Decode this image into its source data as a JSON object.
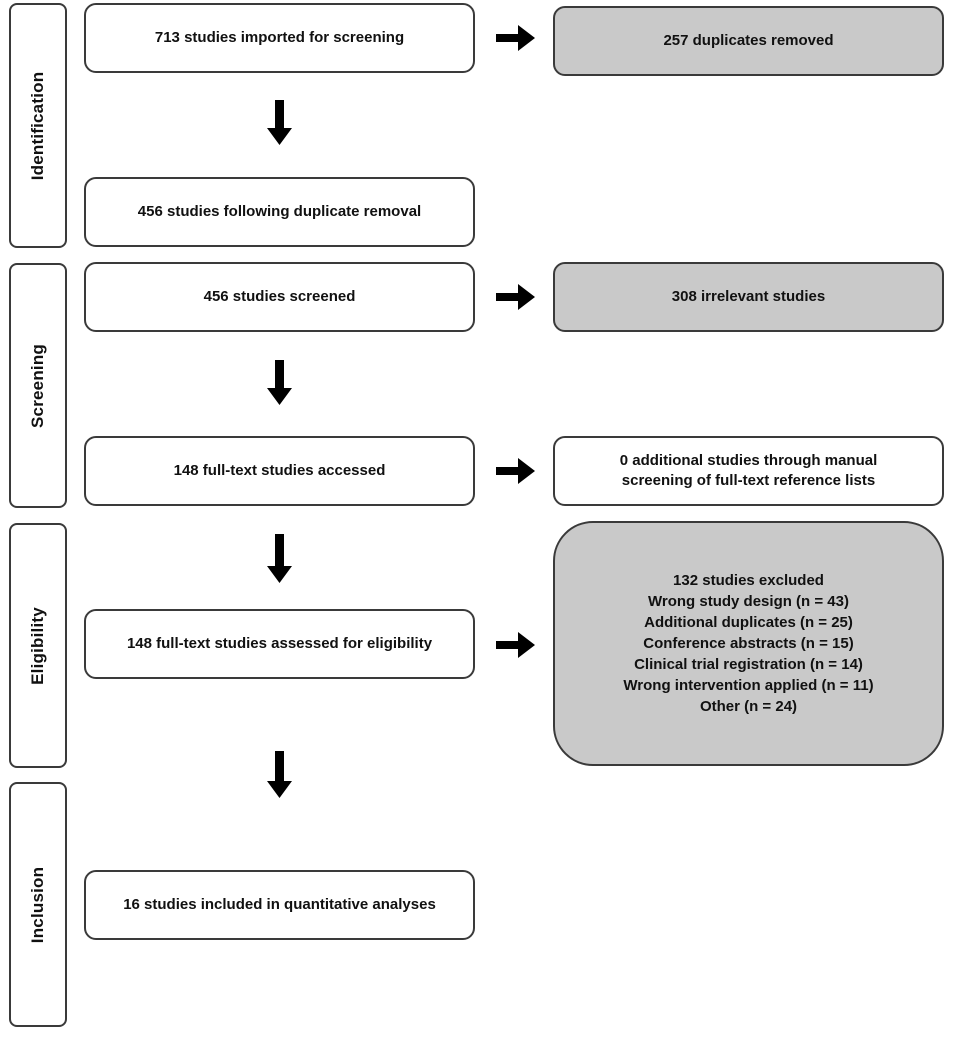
{
  "phases": {
    "identification": "Identification",
    "screening": "Screening",
    "eligibility": "Eligibility",
    "inclusion": "Inclusion"
  },
  "boxes": {
    "imported": "713 studies imported for screening",
    "duplicates_removed": "257 duplicates removed",
    "after_duplicates": "456 studies following  duplicate removal",
    "screened": "456 studies screened",
    "irrelevant": "308 irrelevant studies",
    "full_text_accessed": "148 full-text studies accessed",
    "manual_screening": "0 additional studies through manual screening of full-text reference lists",
    "assessed": "148 full-text studies assessed for eligibility",
    "included": "16 studies included  in quantitative analyses"
  },
  "excluded": {
    "title": "132 studies excluded",
    "reasons": [
      "Wrong study design (n = 43)",
      "Additional duplicates (n = 25)",
      "Conference abstracts (n = 15)",
      "Clinical  trial registration (n = 14)",
      "Wrong intervention applied (n = 11)",
      "Other (n = 24)"
    ]
  },
  "colors": {
    "border": "#3a3a3a",
    "grey_fill": "#c9c9c9",
    "arrow": "#000000"
  }
}
